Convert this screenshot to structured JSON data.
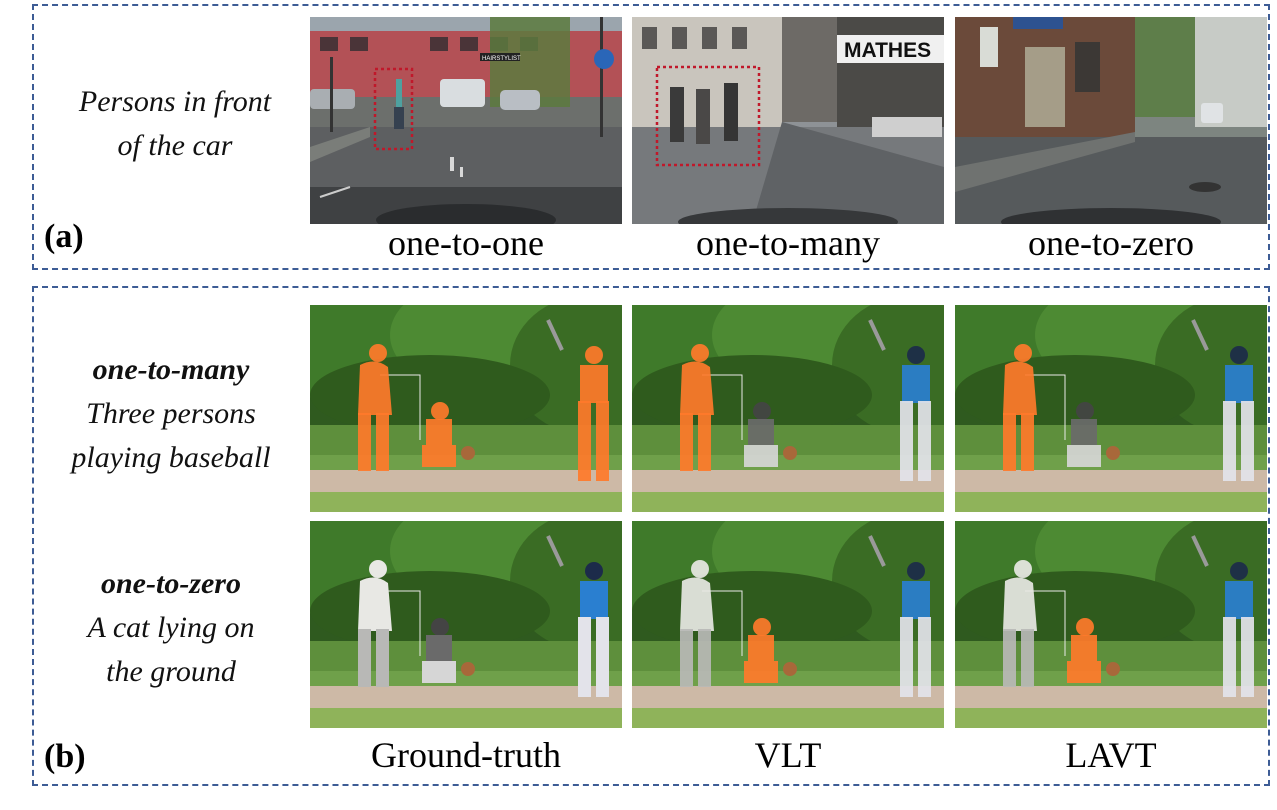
{
  "panel_a": {
    "tag": "(a)",
    "query_lines": [
      "Persons in front",
      "of  the car"
    ],
    "captions": [
      "one-to-one",
      "one-to-many",
      "one-to-zero"
    ],
    "street_sign_text": [
      "MATHES",
      "HAIRSTYLIST"
    ]
  },
  "panel_b": {
    "tag": "(b)",
    "row1": {
      "case": "one-to-many",
      "query_lines": [
        "Three persons",
        "playing baseball"
      ]
    },
    "row2": {
      "case": "one-to-zero",
      "query_lines": [
        "A cat lying on",
        "the ground"
      ]
    },
    "columns": [
      "Ground-truth",
      "VLT",
      "LAVT"
    ]
  },
  "colors": {
    "frame": "#3d5c95",
    "mask": "#ff7a2a",
    "box": "#c0182a",
    "jersey": "#2a7fd0"
  }
}
